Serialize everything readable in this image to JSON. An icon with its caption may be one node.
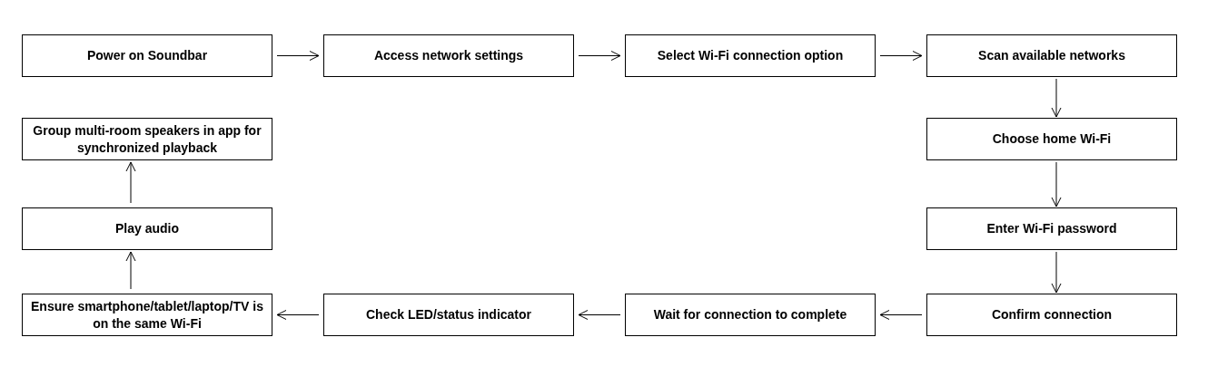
{
  "diagram": {
    "nodes": [
      {
        "text": [
          "Power on Soundbar"
        ]
      },
      {
        "text": [
          "Access network settings"
        ]
      },
      {
        "text": [
          "Select Wi-Fi connection option"
        ]
      },
      {
        "text": [
          "Scan available networks"
        ]
      },
      {
        "text": [
          "Choose home Wi-Fi"
        ]
      },
      {
        "text": [
          "Enter Wi-Fi password"
        ]
      },
      {
        "text": [
          "Confirm connection"
        ]
      },
      {
        "text": [
          "Wait for connection to complete"
        ]
      },
      {
        "text": [
          "Check LED/status indicator"
        ]
      },
      {
        "text": [
          "Ensure smartphone/tablet/laptop/TV is on the same Wi-Fi"
        ]
      },
      {
        "text": [
          "Play audio"
        ]
      },
      {
        "text": [
          "Group multi-room speakers in app for synchronized playback"
        ]
      }
    ],
    "edges": [
      {
        "from": 0,
        "to": 1,
        "arrow": "to"
      },
      {
        "from": 1,
        "to": 2,
        "arrow": "to"
      },
      {
        "from": 2,
        "to": 3,
        "arrow": "to"
      },
      {
        "from": 3,
        "to": 4,
        "arrow": "to"
      },
      {
        "from": 4,
        "to": 5,
        "arrow": "to"
      },
      {
        "from": 5,
        "to": 6,
        "arrow": "to"
      },
      {
        "from": 6,
        "to": 7,
        "arrow": "to"
      },
      {
        "from": 7,
        "to": 8,
        "arrow": "to"
      },
      {
        "from": 8,
        "to": 9,
        "arrow": "to"
      },
      {
        "from": 9,
        "to": 10,
        "arrow": "to"
      },
      {
        "from": 10,
        "to": 11,
        "arrow": "to"
      }
    ]
  }
}
